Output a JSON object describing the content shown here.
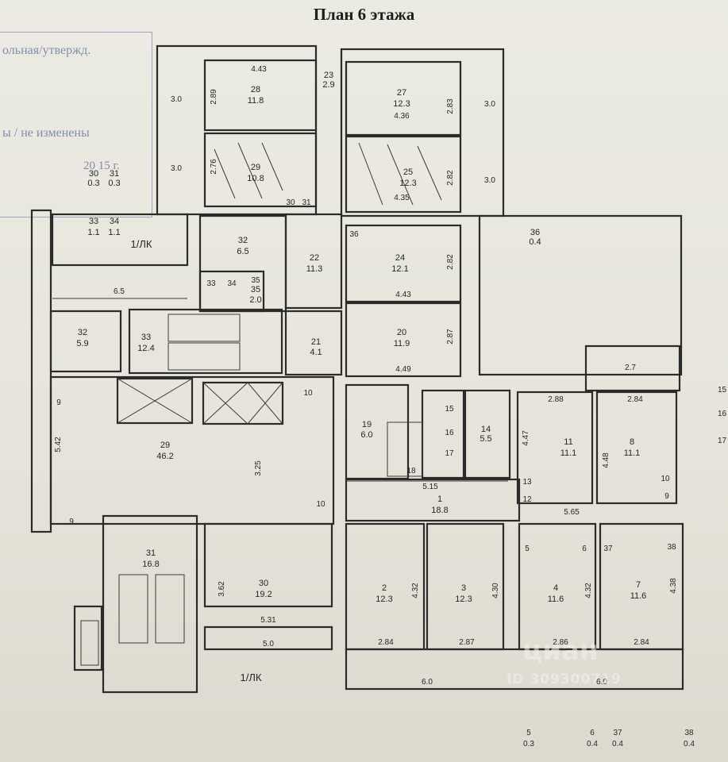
{
  "document": {
    "title": "План 6 этажа",
    "stamp": {
      "line1": "ольная/утвержд.",
      "line2": "ы / не изменены",
      "year": "20 15 г."
    },
    "watermark": {
      "brand": "циан",
      "id": "ID 309300719"
    },
    "rooms": [
      {
        "num": "28",
        "area": "11.8"
      },
      {
        "num": "29",
        "area": "10.8"
      },
      {
        "num": "27",
        "area": "12.3"
      },
      {
        "num": "25",
        "area": "12.3"
      },
      {
        "num": "23",
        "area": "2.9"
      },
      {
        "num": "30",
        "area": "0.3"
      },
      {
        "num": "31",
        "area": "0.3"
      },
      {
        "num": "33",
        "area": "1.1"
      },
      {
        "num": "34",
        "area": "1.1"
      },
      {
        "num": "32",
        "area": "6.5"
      },
      {
        "num": "22",
        "area": "11.3"
      },
      {
        "num": "24",
        "area": "12.1"
      },
      {
        "num": "35",
        "area": "2.0"
      },
      {
        "num": "36",
        "area": "0.4"
      },
      {
        "num": "32",
        "area": "5.9"
      },
      {
        "num": "33",
        "area": "12.4"
      },
      {
        "num": "21",
        "area": "4.1"
      },
      {
        "num": "20",
        "area": "11.9"
      },
      {
        "num": "29",
        "area": "46.2"
      },
      {
        "num": "19",
        "area": "6.0"
      },
      {
        "num": "14",
        "area": "5.5"
      },
      {
        "num": "11",
        "area": "11.1"
      },
      {
        "num": "8",
        "area": "11.1"
      },
      {
        "num": "1",
        "area": "18.8"
      },
      {
        "num": "31",
        "area": "16.8"
      },
      {
        "num": "30",
        "area": "19.2"
      },
      {
        "num": "2",
        "area": "12.3"
      },
      {
        "num": "3",
        "area": "12.3"
      },
      {
        "num": "4",
        "area": "11.6"
      },
      {
        "num": "7",
        "area": "11.6"
      }
    ],
    "small_labels": [
      "30",
      "31",
      "33",
      "34",
      "35",
      "36",
      "18",
      "15",
      "16",
      "17",
      "13",
      "12",
      "10",
      "9",
      "5",
      "6",
      "37",
      "38"
    ],
    "dimensions": [
      "4.43",
      "3.0",
      "2.89",
      "2.76",
      "3.0",
      "2.83",
      "3.0",
      "2.82",
      "3.0",
      "4.36",
      "4.35",
      "2.82",
      "4.43",
      "2.87",
      "4.49",
      "6.5",
      "2.7",
      "2.88",
      "2.84",
      "4.47",
      "4.48",
      "5.65",
      "5.15",
      "5.42",
      "3.25",
      "10",
      "10",
      "9",
      "9",
      "3.62",
      "5.31",
      "5.0",
      "4.32",
      "4.30",
      "4.32",
      "4.38",
      "2.84",
      "2.87",
      "2.86",
      "2.84",
      "6.0",
      "6.0"
    ],
    "labels": {
      "lk1": "1/ЛК",
      "lk2": "1/ЛК"
    },
    "footer": [
      {
        "num": "5",
        "area": "0.3"
      },
      {
        "num": "6",
        "area": "0.4"
      },
      {
        "num": "37",
        "area": "0.4"
      },
      {
        "num": "38",
        "area": "0.4"
      }
    ],
    "edge_labels": [
      "15",
      "16",
      "17"
    ]
  }
}
